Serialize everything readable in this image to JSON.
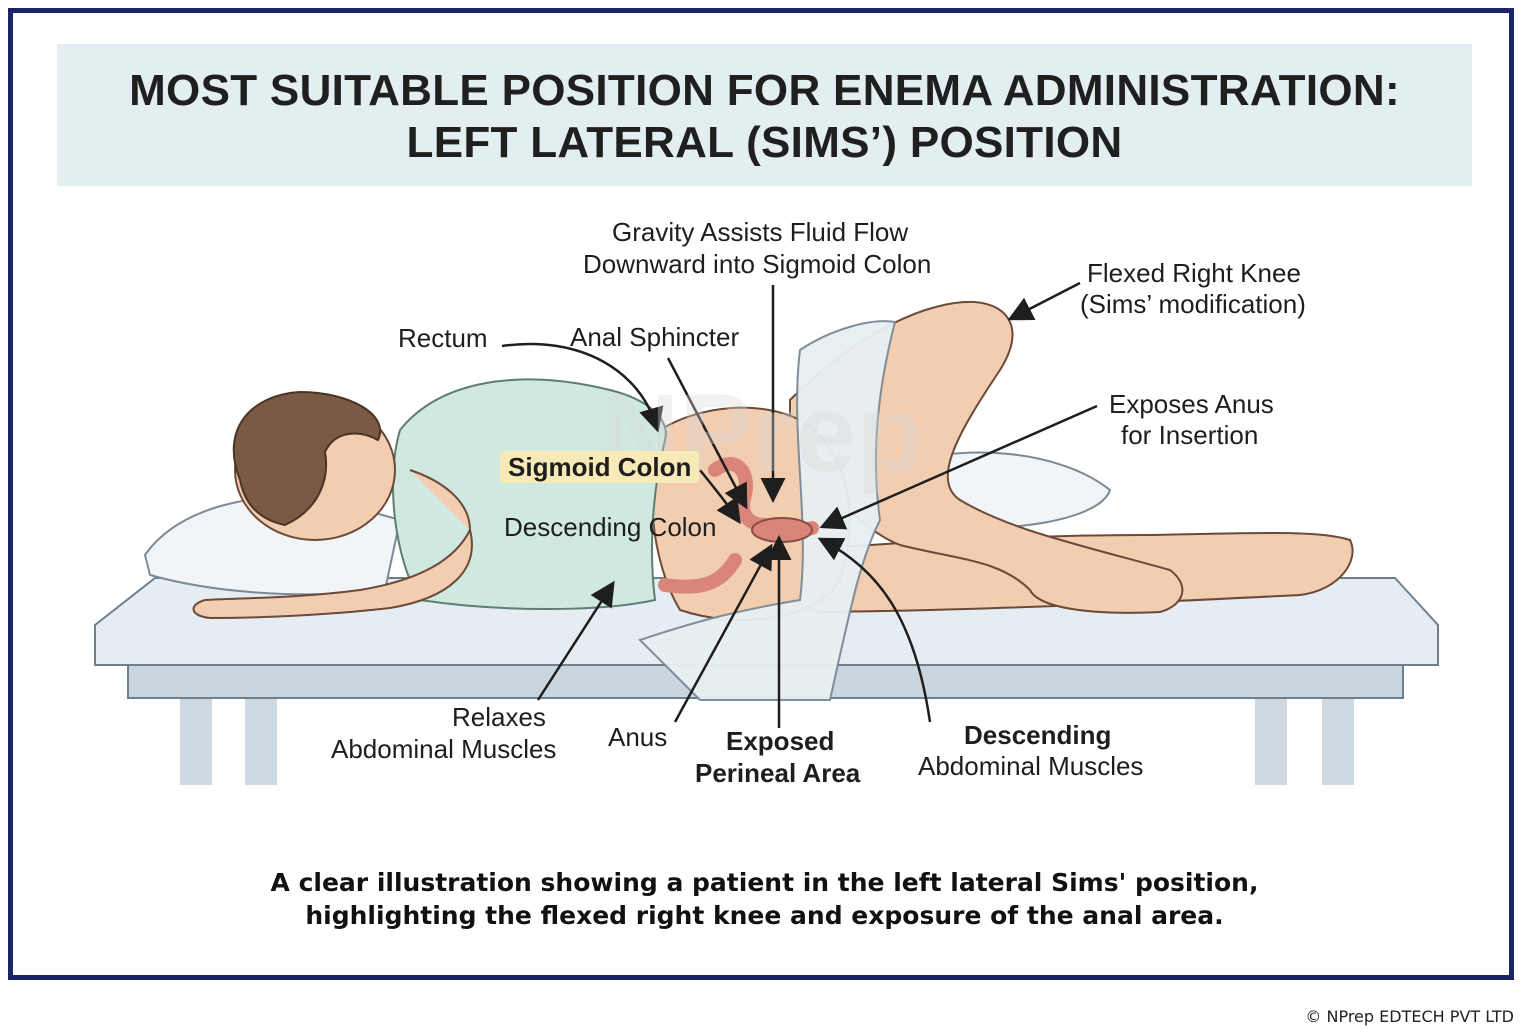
{
  "title": {
    "line1": "MOST SUITABLE POSITION FOR ENEMA ADMINISTRATION:",
    "line2": "LEFT LATERAL (SIMS’) POSITION"
  },
  "labels": {
    "gravity_1": "Gravity Assists Fluid Flow",
    "gravity_2": "Downward into Sigmoid Colon",
    "knee_1": "Flexed Right Knee",
    "knee_2": "(Sims’ modification)",
    "rectum": "Rectum",
    "anal_sphincter": "Anal Sphincter",
    "exposes_1": "Exposes Anus",
    "exposes_2": "for Insertion",
    "sigmoid_colon": "Sigmoid Colon",
    "descending_colon": "Descending Colon",
    "relaxes_1": "Relaxes",
    "relaxes_2": "Abdominal Muscles",
    "anus": "Anus",
    "perineal_1": "Exposed",
    "perineal_2": "Perineal Area",
    "desc_abd_1": "Descending",
    "desc_abd_2": "Abdominal Muscles"
  },
  "watermark": "NPrep",
  "caption": {
    "line1": "A clear illustration showing a patient in the left lateral Sims' position,",
    "line2": "highlighting the flexed right knee and exposure of the anal area."
  },
  "copyright": "© NPrep EDTECH PVT LTD",
  "colors": {
    "frame": "#1b2466",
    "title_band": "#e3eef0",
    "skin": "#f3cdb0",
    "gown": "#cfe8e0",
    "hair": "#7a5a44",
    "table": "#dfe8ef",
    "colon": "#e79a8e",
    "highlight": "#f7e9b8"
  }
}
